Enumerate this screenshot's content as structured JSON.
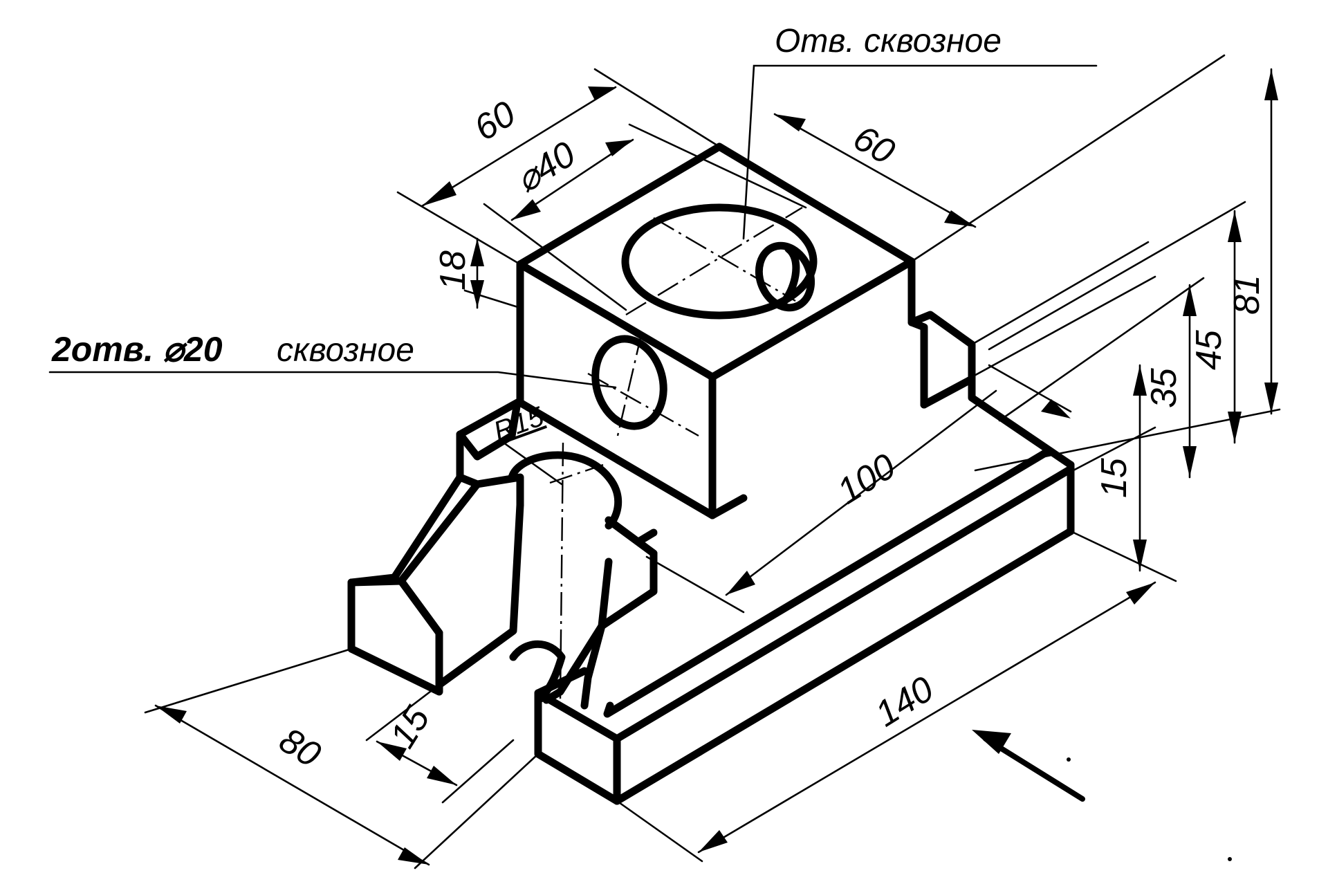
{
  "notes": {
    "through_hole": "Отв. сквозное",
    "two_holes_prefix": "2отв. ⌀20",
    "two_holes_suffix": "сквозное"
  },
  "dimensions": {
    "top_width": "60",
    "top_depth": "60",
    "hole_diameter": "⌀40",
    "boss_height": "18",
    "radius": "R15",
    "step_length": "100",
    "total_height": "81",
    "level_45": "45",
    "level_35": "35",
    "base_thickness": "15",
    "base_length": "140",
    "base_width": "80",
    "foot_width": "15"
  },
  "view_arrow": "view-direction-arrow"
}
